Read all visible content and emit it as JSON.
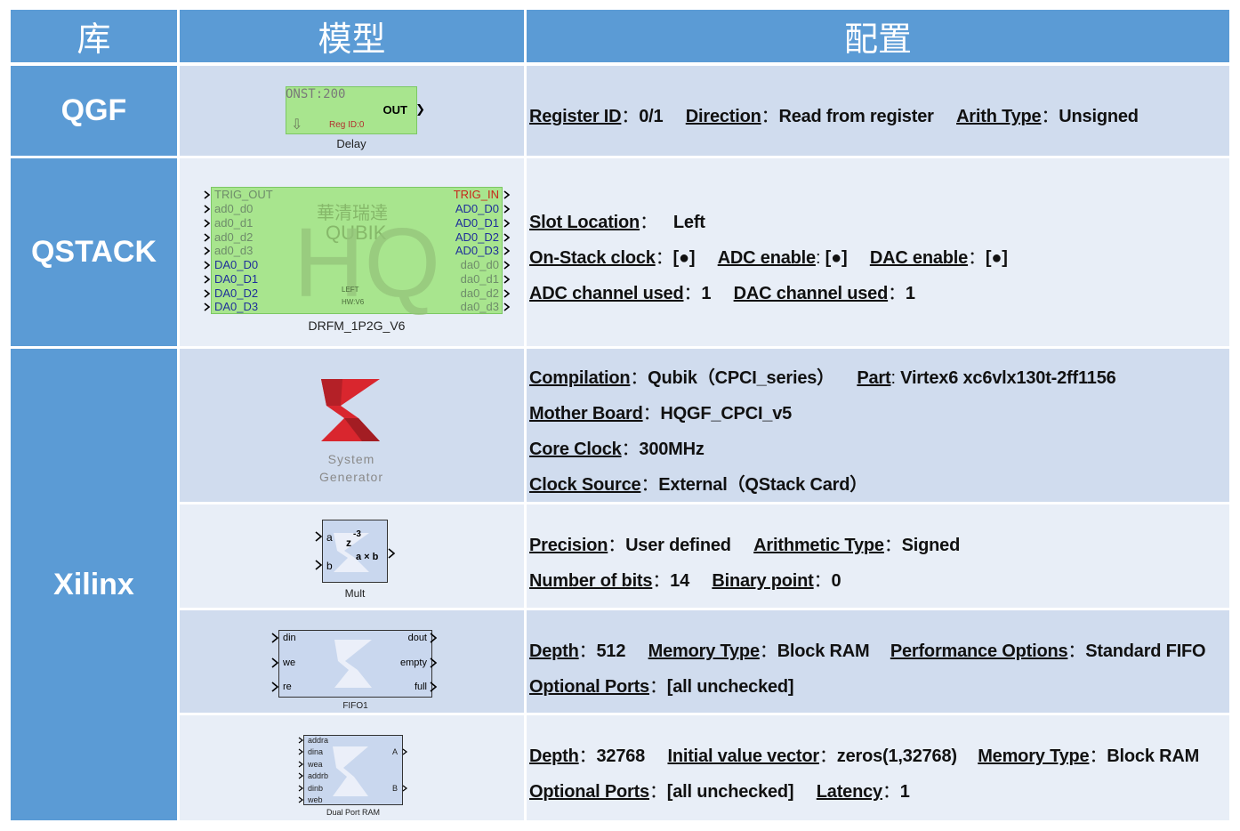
{
  "headers": {
    "library": "库",
    "model": "模型",
    "config": "配置"
  },
  "rows": {
    "qgf": {
      "library": "QGF",
      "model": {
        "caption": "Delay",
        "top_text": "ONST:200",
        "out_port": "OUT",
        "reg": "Reg ID:0"
      },
      "config": {
        "register_id_label": "Register ID",
        "register_id_value": "0/1",
        "direction_label": "Direction",
        "direction_value": "Read from register",
        "arith_type_label": "Arith Type",
        "arith_type_value": "Unsigned"
      }
    },
    "qstack": {
      "library": "QSTACK",
      "model": {
        "caption": "DRFM_1P2G_V6",
        "left_ports": [
          "TRIG_OUT",
          "ad0_d0",
          "ad0_d1",
          "ad0_d2",
          "ad0_d3",
          "DA0_D0",
          "DA0_D1",
          "DA0_D2",
          "DA0_D3"
        ],
        "right_ports": [
          "TRIG_IN",
          "AD0_D0",
          "AD0_D1",
          "AD0_D2",
          "AD0_D3",
          "da0_d0",
          "da0_d1",
          "da0_d2",
          "da0_d3"
        ],
        "watermark_cn": "華清瑞達",
        "watermark_en": "QUBIK",
        "watermark_hq": "HQ",
        "info_left": "LEFT",
        "info_hw": "HW:V6"
      },
      "config": {
        "slot_label": "Slot Location",
        "slot_value": "Left",
        "onstack_label": "On-Stack clock",
        "onstack_value": "[●]",
        "adc_enable_label": "ADC enable",
        "adc_enable_value": "[●]",
        "dac_enable_label": "DAC enable",
        "dac_enable_value": "[●]",
        "adc_used_label": "ADC channel used",
        "adc_used_value": "1",
        "dac_used_label": "DAC channel used",
        "dac_used_value": "1"
      }
    },
    "xilinx": {
      "library": "Xilinx",
      "sysgen": {
        "caption1": "System",
        "caption2": "Generator",
        "config": {
          "compilation_label": "Compilation",
          "compilation_value": "Qubik（CPCI_series）",
          "part_label": "Part",
          "part_value": "Virtex6 xc6vlx130t-2ff1156",
          "mother_label": "Mother Board",
          "mother_value": "HQGF_CPCI_v5",
          "core_label": "Core Clock",
          "core_value": "300MHz",
          "clock_src_label": "Clock Source",
          "clock_src_value": "External（QStack Card）"
        }
      },
      "mult": {
        "caption": "Mult",
        "port_a": "a",
        "port_b": "b",
        "latency": "z",
        "latency_exp": "-3",
        "op": "a × b",
        "config": {
          "precision_label": "Precision",
          "precision_value": "User defined",
          "arith_label": "Arithmetic Type",
          "arith_value": "Signed",
          "bits_label": "Number of bits",
          "bits_value": "14",
          "binpt_label": "Binary point",
          "binpt_value": "0"
        }
      },
      "fifo": {
        "caption": "FIFO1",
        "in_ports": [
          "din",
          "we",
          "re"
        ],
        "out_ports": [
          "dout",
          "empty",
          "full"
        ],
        "config": {
          "depth_label": "Depth",
          "depth_value": "512",
          "memtype_label": "Memory Type",
          "memtype_value": "Block RAM",
          "perf_label": "Performance Options",
          "perf_value": "Standard FIFO",
          "optports_label": "Optional Ports",
          "optports_value": "[all unchecked]"
        }
      },
      "ram": {
        "caption": "Dual Port RAM",
        "in_ports": [
          "addra",
          "dina",
          "wea",
          "addrb",
          "dinb",
          "web"
        ],
        "out_ports": [
          "A",
          "B"
        ],
        "config": {
          "depth_label": "Depth",
          "depth_value": "32768",
          "init_label": "Initial value vector",
          "init_value": "zeros(1,32768)",
          "memtype_label": "Memory Type",
          "memtype_value": "Block RAM",
          "optports_label": "Optional Ports",
          "optports_value": "[all unchecked]",
          "latency_label": "Latency",
          "latency_value": "1"
        }
      }
    }
  },
  "colors": {
    "header": "#5b9bd5",
    "row_dark": "#d0dcee",
    "row_light": "#e8eef7",
    "green_block": "#a8e58e",
    "xilinx_red": "#d9262e"
  }
}
